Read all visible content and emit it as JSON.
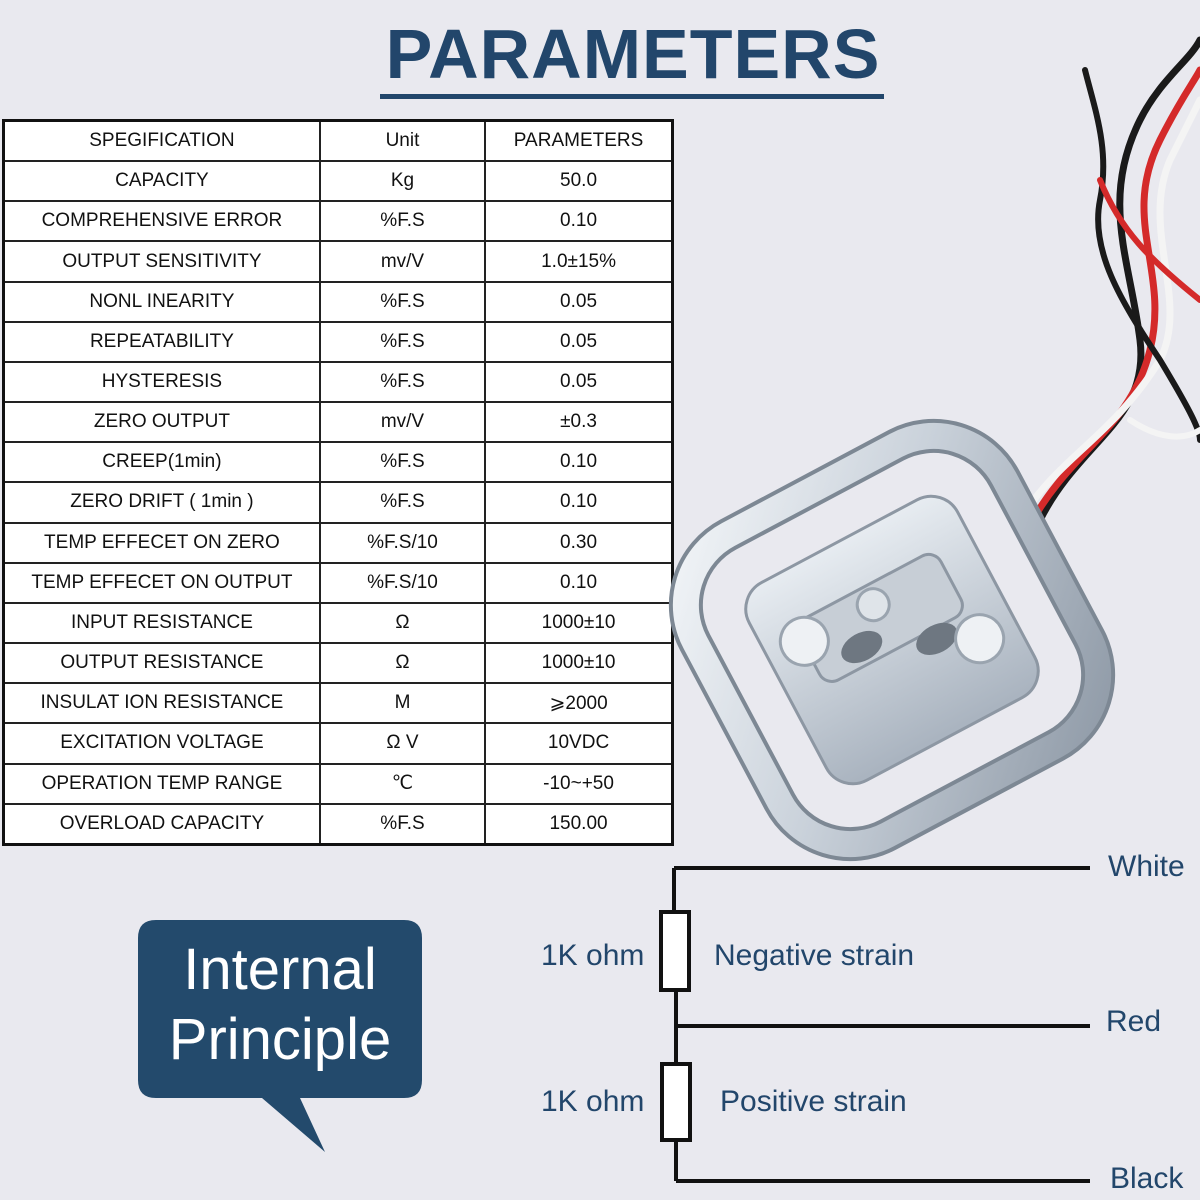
{
  "title": "PARAMETERS",
  "table": {
    "headers": [
      "SPEGIFICATION",
      "Unit",
      "PARAMETERS"
    ],
    "rows": [
      [
        "CAPACITY",
        "Kg",
        "50.0"
      ],
      [
        "COMPREHENSIVE ERROR",
        "%F.S",
        "0.10"
      ],
      [
        "OUTPUT SENSITIVITY",
        "mv/V",
        "1.0±15%"
      ],
      [
        "NONL INEARITY",
        "%F.S",
        "0.05"
      ],
      [
        "REPEATABILITY",
        "%F.S",
        "0.05"
      ],
      [
        "HYSTERESIS",
        "%F.S",
        "0.05"
      ],
      [
        "ZERO OUTPUT",
        "mv/V",
        "±0.3"
      ],
      [
        "CREEP(1min)",
        "%F.S",
        "0.10"
      ],
      [
        "ZERO DRIFT ( 1min )",
        "%F.S",
        "0.10"
      ],
      [
        "TEMP EFFECET ON ZERO",
        "%F.S/10",
        "0.30"
      ],
      [
        "TEMP EFFECET ON OUTPUT",
        "%F.S/10",
        "0.10"
      ],
      [
        "INPUT RESISTANCE",
        "Ω",
        "1000±10"
      ],
      [
        "OUTPUT RESISTANCE",
        "Ω",
        "1000±10"
      ],
      [
        "INSULAT ION RESISTANCE",
        "M",
        "⩾2000"
      ],
      [
        "EXCITATION VOLTAGE",
        "Ω V",
        "10VDC"
      ],
      [
        "OPERATION TEMP RANGE",
        "℃",
        "-10~+50"
      ],
      [
        "OVERLOAD CAPACITY",
        "%F.S",
        "150.00"
      ]
    ]
  },
  "callout": {
    "line1": "Internal",
    "line2": "Principle",
    "color": "#234a6c"
  },
  "circuit": {
    "wire_top": "White",
    "wire_middle": "Red",
    "wire_bottom": "Black",
    "resistor_top_value": "1K ohm",
    "resistor_top_label": "Negative strain",
    "resistor_bottom_value": "1K ohm",
    "resistor_bottom_label": "Positive strain",
    "label_color": "#22466b"
  },
  "product_image": {
    "description_icon": "load-cell-sensor",
    "wire_colors": [
      "#d42a2a",
      "#1a1a1a",
      "#f4f4f4"
    ]
  }
}
